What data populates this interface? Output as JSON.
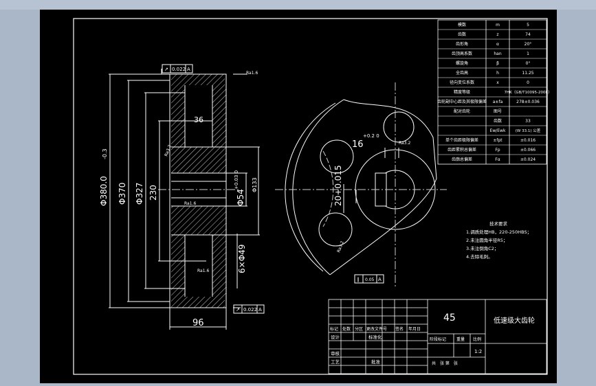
{
  "drawing": {
    "background": "#000000",
    "line_color": "#ffffff",
    "annotation_color": "#ffff66"
  },
  "gear_table": {
    "rows": [
      {
        "name": "模数",
        "sym": "m",
        "val": "5"
      },
      {
        "name": "齿数",
        "sym": "z",
        "val": "74"
      },
      {
        "name": "齿形角",
        "sym": "α",
        "val": "20°"
      },
      {
        "name": "齿顶高系数",
        "sym": "han",
        "val": "1"
      },
      {
        "name": "螺旋角",
        "sym": "β",
        "val": "0°"
      },
      {
        "name": "全齿高",
        "sym": "h",
        "val": "11.25"
      },
      {
        "name": "径向变位系数",
        "sym": "x",
        "val": "0"
      },
      {
        "name": "精度等级",
        "sym": "",
        "val": "7HK（GB/T10095-2008）"
      },
      {
        "name": "齿轮副中心距及其极限偏差",
        "sym": "a±fa",
        "val": "278±0.036"
      },
      {
        "name": "配对齿轮",
        "sym": "图号",
        "val": ""
      },
      {
        "name": "",
        "sym": "齿数",
        "val": "33"
      },
      {
        "name": "",
        "sym": "Ew/Ewk",
        "val": "(W 33.1) 公差"
      },
      {
        "name": "单个齿距极限偏差",
        "sym": "±fpt",
        "val": "±0.016"
      },
      {
        "name": "齿距累积总偏差",
        "sym": "Fp",
        "val": "±0.066"
      },
      {
        "name": "齿廓总偏差",
        "sym": "Fα",
        "val": "±0.024"
      }
    ]
  },
  "dimensions": {
    "od_main": "Φ380.0",
    "od_tol": "-0.3",
    "od_370": "Φ370",
    "od_327": "Φ327",
    "dim_230": "230",
    "bore": "Φ54",
    "bore_tol": "+0.03 0",
    "hub_133": "Φ133",
    "holes": "6×Φ49",
    "width": "96",
    "hub_36": "36",
    "key_16": "16",
    "key_tol": "+0.2 0",
    "key_depth": "20+0.015",
    "ra_16": "Ra1.6",
    "ra_32": "Ra3.2"
  },
  "gdt": {
    "runout_top": "0.022",
    "datum_a": "A",
    "runout_bottom": "0.022",
    "parallel": "0.05"
  },
  "tech_requirements": {
    "title": "技术要求",
    "items": [
      "1.调质处理HB，220-250HBS；",
      "2.未注圆角半径R5；",
      "3.未注倒角C2；",
      "4.去除毛刺。"
    ]
  },
  "title_block": {
    "material": "45",
    "part_name": "低速级大齿轮",
    "header_cells": [
      "标记",
      "处数",
      "分区",
      "更改文件号",
      "签名",
      "年月日"
    ],
    "row_design": "设计",
    "row_std": "标准化",
    "row_check": "审核",
    "row_process": "工艺",
    "row_approve": "批准",
    "stage_mark": "阶段标记",
    "weight": "重量",
    "scale": "比例",
    "scale_value": "1:2",
    "sheets": "共　张 第　张"
  }
}
